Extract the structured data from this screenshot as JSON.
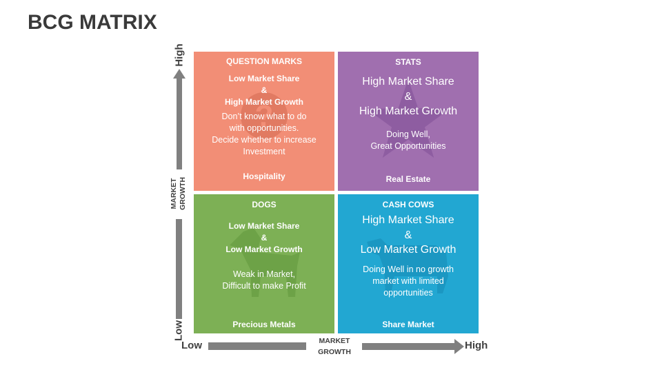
{
  "title": "BCG MATRIX",
  "colors": {
    "question": "#f28e76",
    "stars": "#a06faf",
    "dogs": "#7db055",
    "cows": "#22a7d2",
    "axis": "#808080"
  },
  "quadrants": {
    "question": {
      "heading": "QUESTION MARKS",
      "line1": "Low Market Share",
      "amp": "&",
      "line2": "High Market Growth",
      "desc1": "Don’t know what to do",
      "desc2": "with opportunities.",
      "desc3": "Decide whether to increase",
      "desc4": "Investment",
      "example": "Hospitality",
      "icon": "question-mark-icon"
    },
    "stars": {
      "heading": "STATS",
      "line1": "High Market Share",
      "amp": "&",
      "line2": "High Market Growth",
      "desc1": "Doing Well,",
      "desc2": "Great Opportunities",
      "example": "Real Estate",
      "icon": "star-icon"
    },
    "dogs": {
      "heading": "DOGS",
      "line1": "Low Market Share",
      "amp": "&",
      "line2": "Low Market Growth",
      "desc1": "Weak in Market,",
      "desc2": "Difficult to make Profit",
      "example": "Precious Metals",
      "icon": "dog-icon"
    },
    "cows": {
      "heading": "CASH COWS",
      "line1": "High Market Share",
      "amp": "&",
      "line2": "Low Market Growth",
      "desc1": "Doing Well in no growth",
      "desc2": "market with limited",
      "desc3": "opportunities",
      "example": "Share Market",
      "icon": "cow-icon"
    }
  },
  "y_axis": {
    "high": "High",
    "low": "Low",
    "label1": "MARKET",
    "label2": "GROWTH"
  },
  "x_axis": {
    "high": "High",
    "low": "Low",
    "label1": "MARKET",
    "label2": "GROWTH"
  }
}
